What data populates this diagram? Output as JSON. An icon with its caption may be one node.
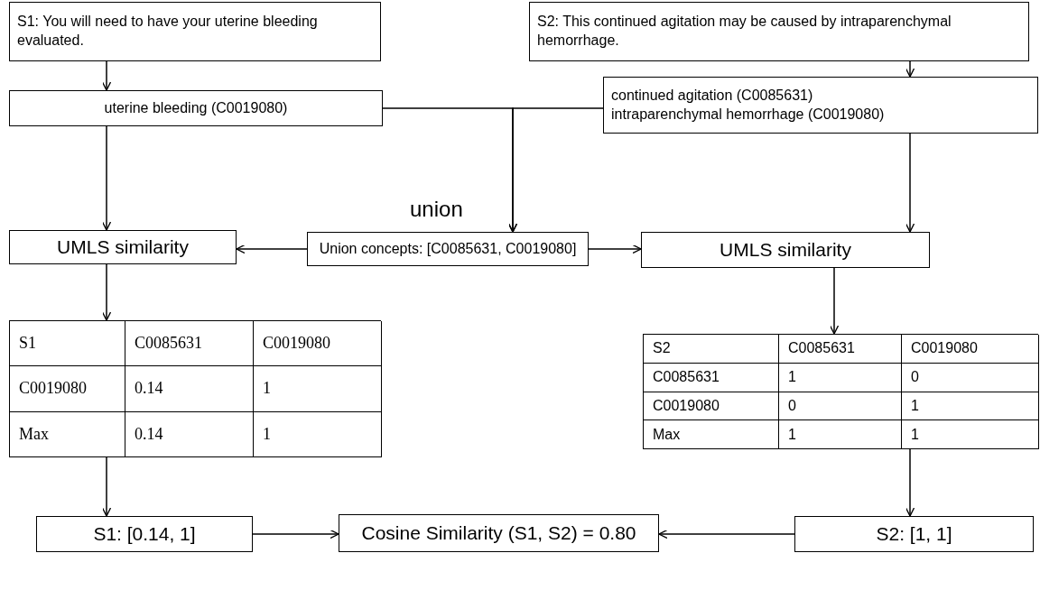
{
  "diagram": {
    "nodes": [
      {
        "text": [
          "S1: You will need to have your uterine bleeding evaluated."
        ]
      },
      {
        "text": [
          "S2: This continued agitation may be caused by intraparenchymal hemorrhage."
        ]
      },
      {
        "text": [
          "uterine bleeding (C0019080)"
        ]
      },
      {
        "text": [
          "continued agitation (C0085631)",
          "intraparenchymal hemorrhage (C0019080)"
        ]
      },
      {
        "text": [
          "UMLS similarity"
        ]
      },
      {
        "text": [
          "Union concepts: [C0085631, C0019080]"
        ]
      },
      {
        "text": [
          "UMLS similarity"
        ]
      },
      {
        "text": [
          "S1",
          "C0085631",
          "C0019080",
          "C0019080",
          "0.14",
          "1",
          "Max",
          "0.14",
          "1"
        ]
      },
      {
        "text": [
          "S2",
          "C0085631",
          "C0019080",
          "C0085631",
          "1",
          "0",
          "C0019080",
          "0",
          "1",
          "Max",
          "1",
          "1"
        ]
      },
      {
        "text": [
          "S1: [0.14, 1]"
        ]
      },
      {
        "text": [
          "Cosine Similarity (S1, S2) = 0.80"
        ]
      },
      {
        "text": [
          "S2: [1, 1]"
        ]
      }
    ],
    "edges": [
      {
        "from": 0,
        "to": 2,
        "arrow": "to"
      },
      {
        "from": 1,
        "to": 3,
        "arrow": "to"
      },
      {
        "from": 2,
        "to": 5,
        "arrow": "to",
        "label": "union"
      },
      {
        "from": 3,
        "to": 5,
        "arrow": "to"
      },
      {
        "from": 2,
        "to": 4,
        "arrow": "to"
      },
      {
        "from": 3,
        "to": 6,
        "arrow": "to"
      },
      {
        "from": 5,
        "to": 4,
        "arrow": "to"
      },
      {
        "from": 5,
        "to": 6,
        "arrow": "to"
      },
      {
        "from": 4,
        "to": 7,
        "arrow": "to"
      },
      {
        "from": 6,
        "to": 8,
        "arrow": "to"
      },
      {
        "from": 7,
        "to": 9,
        "arrow": "to"
      },
      {
        "from": 8,
        "to": 11,
        "arrow": "to"
      },
      {
        "from": 9,
        "to": 10,
        "arrow": "to"
      },
      {
        "from": 11,
        "to": 10,
        "arrow": "to"
      }
    ]
  }
}
